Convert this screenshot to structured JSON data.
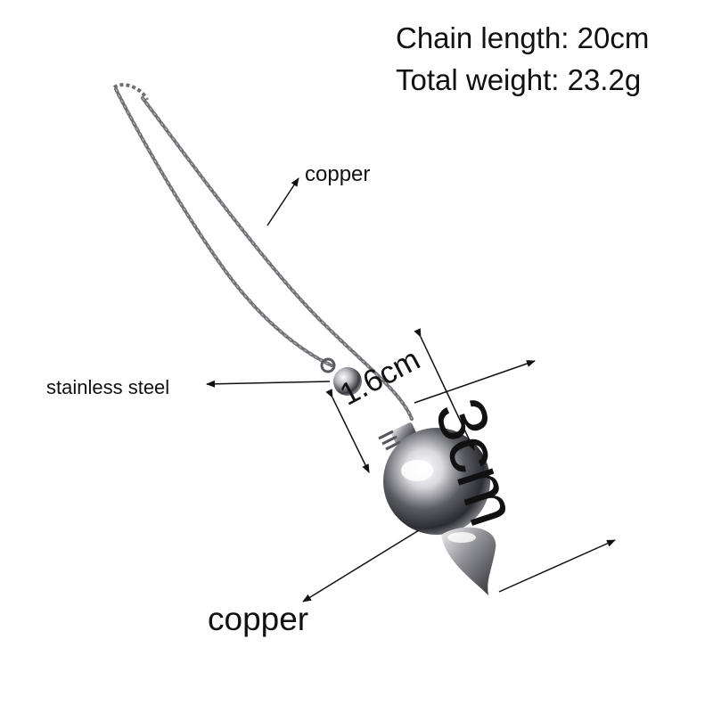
{
  "specs": {
    "chain_length": "Chain length: 20cm",
    "total_weight": "Total weight: 23.2g"
  },
  "labels": {
    "chain_material": "copper",
    "bead_material": "stainless steel",
    "body_material": "copper"
  },
  "dimensions": {
    "width": "1.6cm",
    "height": "3cm"
  },
  "colors": {
    "background": "#ffffff",
    "text": "#111111",
    "metal_light": "#e9e9ec",
    "metal_dark": "#3a3a40"
  }
}
